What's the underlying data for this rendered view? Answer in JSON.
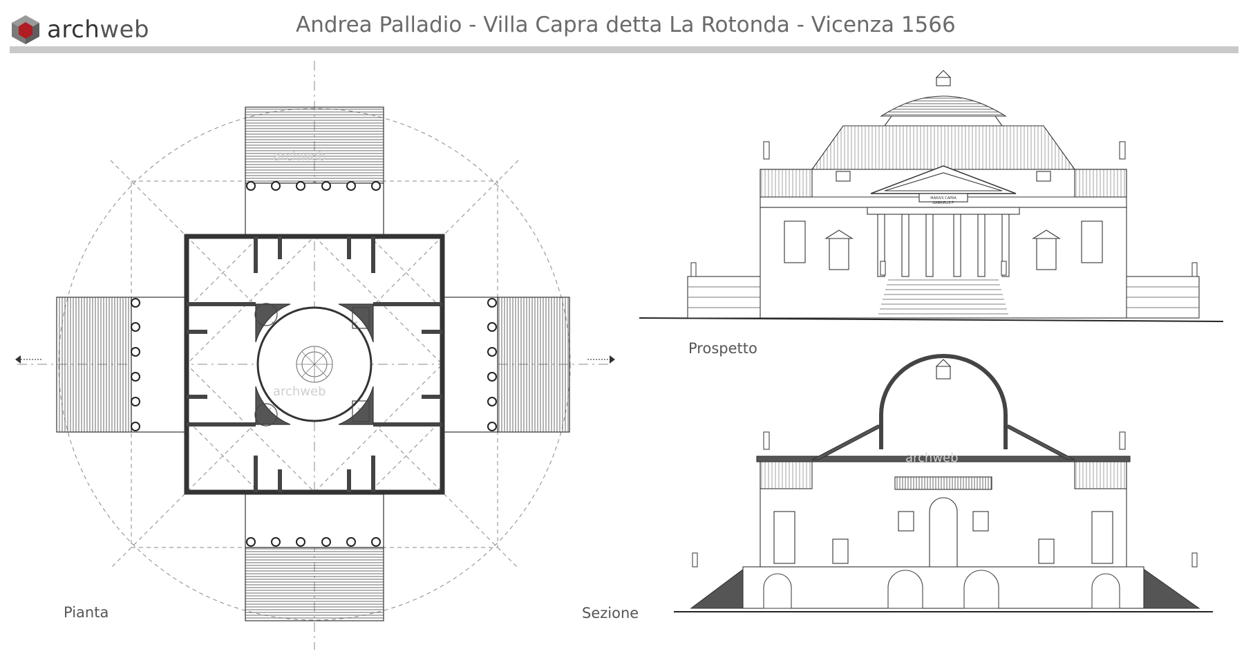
{
  "brand": {
    "name_strong": "arch",
    "name_light": "web",
    "colors": {
      "red": "#b01e23",
      "grey": "#6a6a6a",
      "light_grey": "#9a9a9a"
    }
  },
  "title": "Andrea Palladio - Villa Capra detta La Rotonda - Vicenza 1566",
  "views": {
    "plan_label": "Pianta",
    "elevation_label": "Prospetto",
    "section_label": "Sezione"
  },
  "watermarks": {
    "plan": "archweb",
    "section": "archweb"
  },
  "inscription": {
    "line1": "MARIVS CAPRA",
    "line2": "GABRIELIS F."
  },
  "icons": [
    "logo-cube-icon",
    "section-marker-icon"
  ]
}
